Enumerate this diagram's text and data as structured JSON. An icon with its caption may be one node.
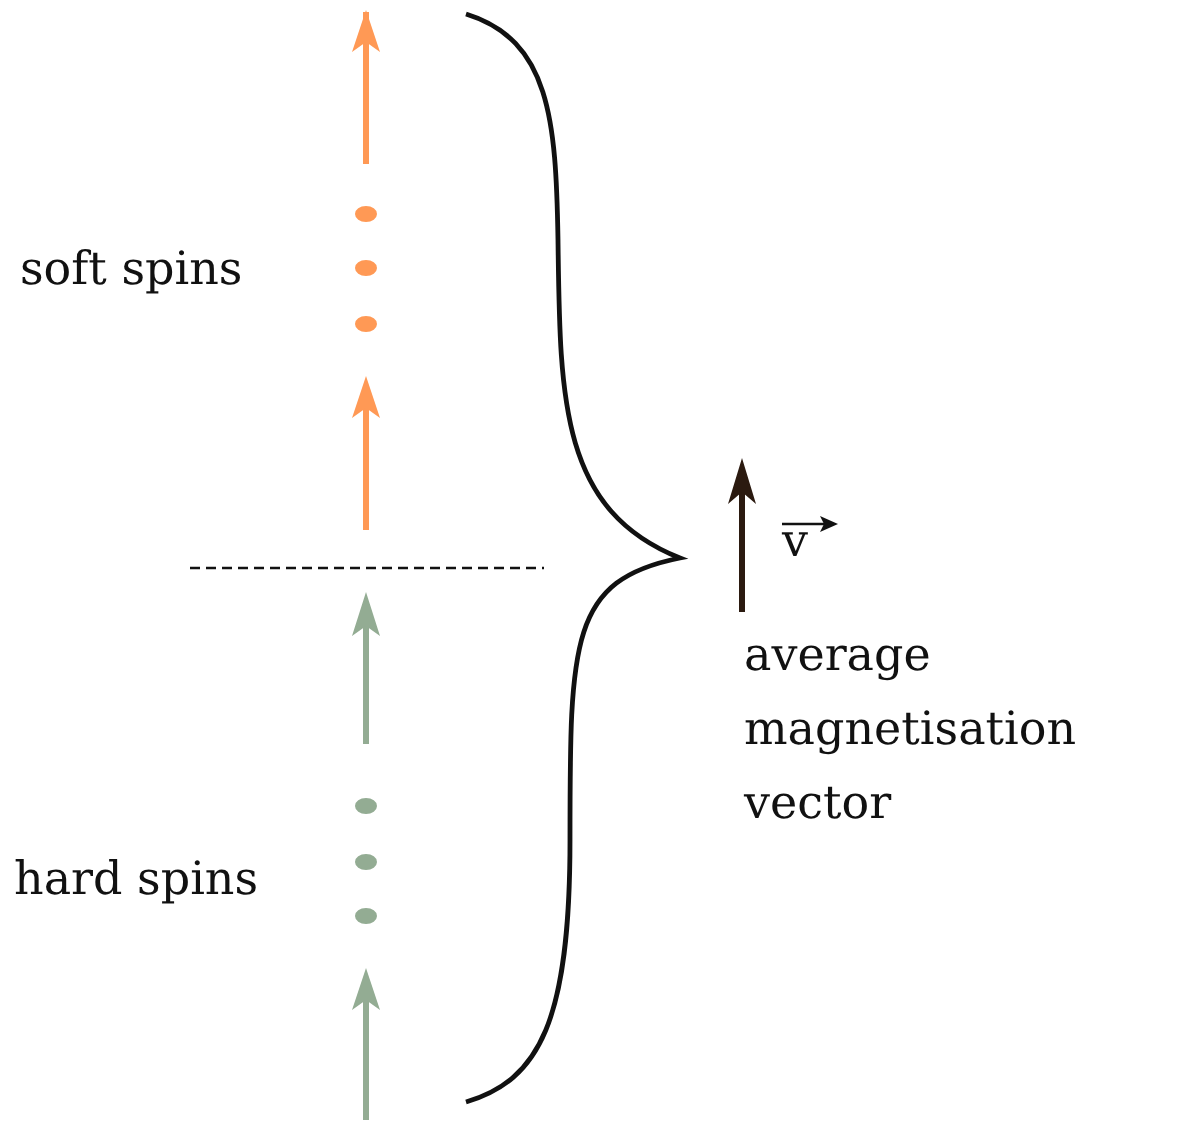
{
  "diagram": {
    "labels": [
      "soft spins",
      "hard spins",
      "v",
      "average magnetisation vector"
    ]
  }
}
